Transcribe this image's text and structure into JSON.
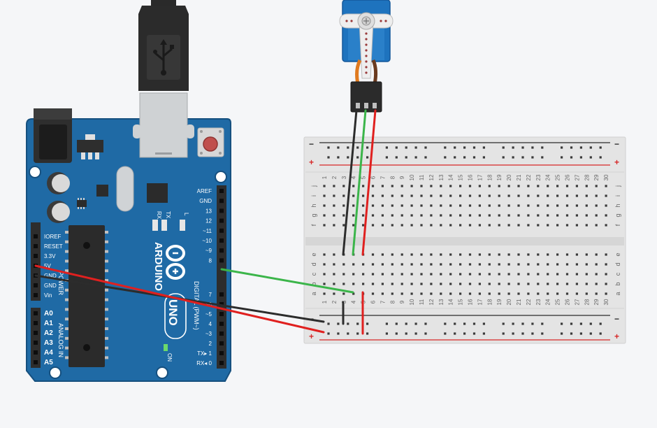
{
  "colors": {
    "board": "#1f6aa5",
    "board_edge": "#16507f",
    "breadboard": "#e4e4e4",
    "hole": "#3a3a3a",
    "rail_red": "#d62828",
    "rail_black": "#2b2b2b",
    "wire_red": "#e0201f",
    "wire_black": "#2c2c2c",
    "wire_green": "#3bb54a",
    "servo": "#1e73be"
  },
  "icons": [
    "usb-icon",
    "arduino-infinity-logo"
  ],
  "arduino": {
    "brand": "ARDUINO",
    "model": "UNO",
    "on_label": "ON",
    "led_labels": [
      "RX",
      "TX",
      "L"
    ],
    "digital_header": "DIGITAL (PWM~)",
    "power_header": "POWER",
    "analog_header": "ANALOG IN",
    "digital_pins": [
      "AREF",
      "GND",
      "13",
      "12",
      "~11",
      "~10",
      "~9",
      "8",
      "7",
      "~6",
      "~5",
      "4",
      "~3",
      "2",
      "TX▸ 1",
      "RX◂ 0"
    ],
    "power_pins": [
      "IOREF",
      "RESET",
      "3.3V",
      "5V",
      "GND",
      "GND",
      "Vin"
    ],
    "analog_pins": [
      "A0",
      "A1",
      "A2",
      "A3",
      "A4",
      "A5"
    ]
  },
  "breadboard": {
    "columns": [
      "1",
      "2",
      "3",
      "4",
      "5",
      "6",
      "7",
      "8",
      "9",
      "10",
      "11",
      "12",
      "13",
      "14",
      "15",
      "16",
      "17",
      "18",
      "19",
      "20",
      "21",
      "22",
      "23",
      "24",
      "25",
      "26",
      "27",
      "28",
      "29",
      "30"
    ],
    "top_rows": [
      "j",
      "i",
      "h",
      "g",
      "f"
    ],
    "bottom_rows": [
      "e",
      "d",
      "c",
      "b",
      "a"
    ],
    "rail_minus": "−",
    "rail_plus": "+"
  }
}
